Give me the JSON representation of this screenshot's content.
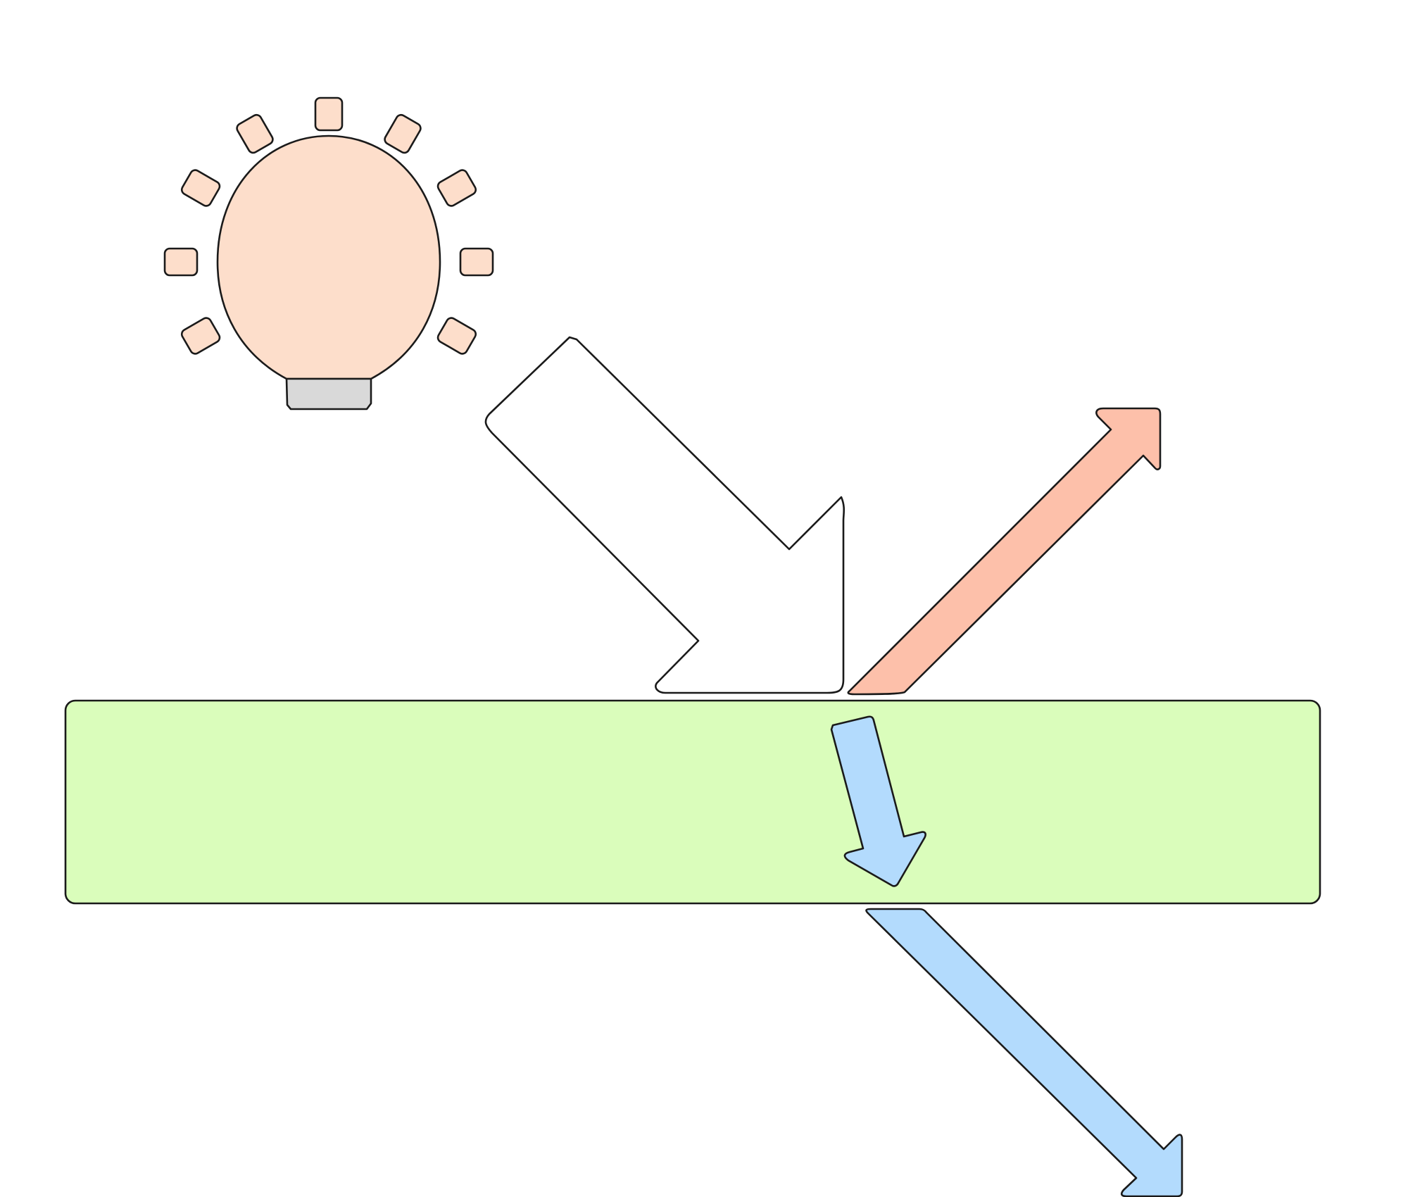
{
  "diagram": {
    "description_tags": [
      "light-bulb-icon",
      "incident-ray-arrow",
      "reflected-ray-arrow",
      "refracted-ray-arrow",
      "transmitted-ray-arrow",
      "medium-slab"
    ],
    "colors": {
      "bulb_glass": "#fddecb",
      "bulb_base": "#d9d9d9",
      "incident_arrow": "#ffffff",
      "reflected_arrow": "#fdc0aa",
      "refracted_arrow": "#b3dbfd",
      "transmitted_arrow": "#b3dbfd",
      "medium": "#dafdbb",
      "outline": "#1a1a1a"
    }
  }
}
